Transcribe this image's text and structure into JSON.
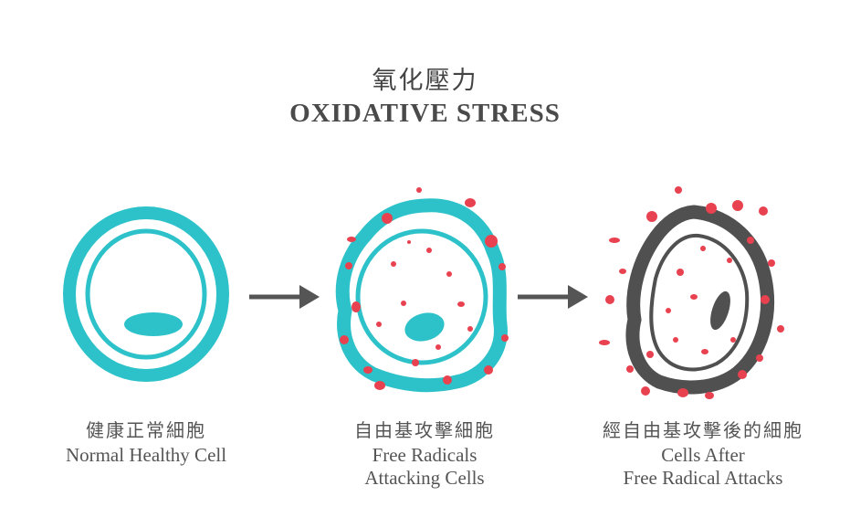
{
  "title": {
    "zh": "氧化壓力",
    "en": "OXIDATIVE STRESS"
  },
  "stages": [
    {
      "zh": "健康正常細胞",
      "en_lines": [
        "Normal Healthy Cell"
      ]
    },
    {
      "zh": "自由基攻擊細胞",
      "en_lines": [
        "Free Radicals",
        "Attacking Cells"
      ]
    },
    {
      "zh": "經自由基攻擊後的細胞",
      "en_lines": [
        "Cells After",
        "Free Radical Attacks"
      ]
    }
  ],
  "colors": {
    "healthy": "#2dc2c9",
    "damaged": "#505050",
    "radical": "#e8414f",
    "arrow": "#555555"
  }
}
